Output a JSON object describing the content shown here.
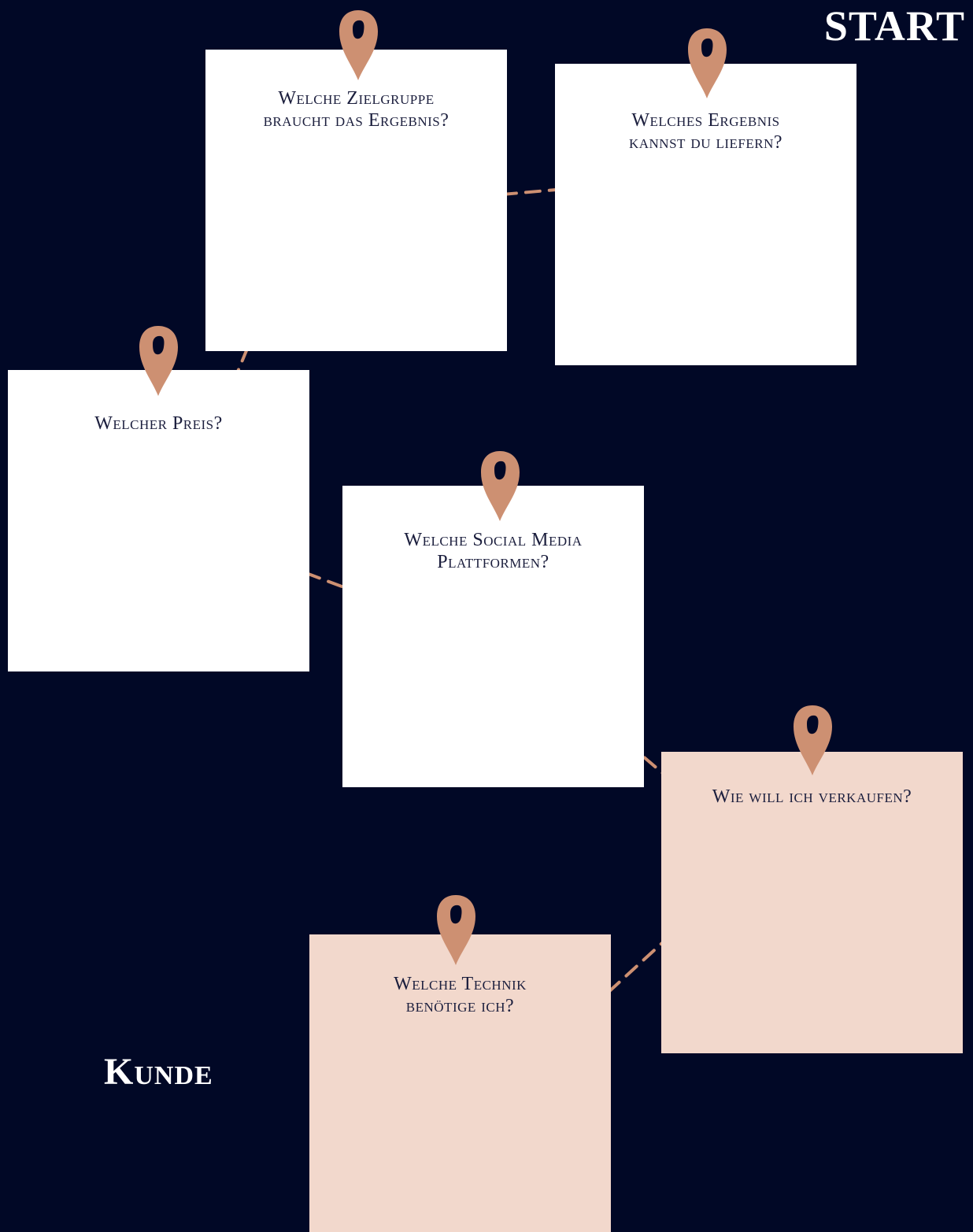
{
  "headings": {
    "start": "START",
    "kunde": "Kunde"
  },
  "steps": [
    {
      "text": "Welche Zielgruppe\nbraucht das Ergebnis?"
    },
    {
      "text": "Welches Ergebnis\nkannst du liefern?"
    },
    {
      "text": "Welcher Preis?"
    },
    {
      "text": "Welche Social Media\nPlattformen?"
    },
    {
      "text": "Wie will ich verkaufen?"
    },
    {
      "text": "Welche Technik\nbenötige ich?"
    }
  ],
  "colors": {
    "background": "#010826",
    "card_white": "#ffffff",
    "card_peach": "#f2d8cc",
    "pin": "#cd9072",
    "connector": "#cd9072",
    "text": "#1b1e3d"
  },
  "icons": {
    "pin": "map-pin-icon"
  }
}
